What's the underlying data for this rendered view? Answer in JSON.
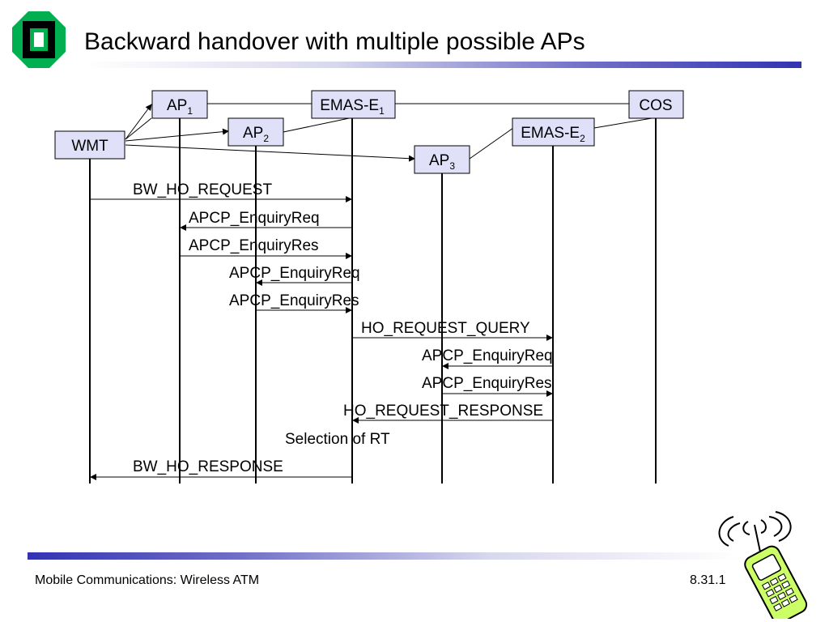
{
  "title": "Backward handover with multiple possible APs",
  "footer": {
    "left": "Mobile Communications: Wireless ATM",
    "right": "8.31.1"
  },
  "colors": {
    "node_fill": "#e0e0f8",
    "bar_blue": "#3333b3",
    "logo_green": "#00b050",
    "phone_green": "#ccff66"
  },
  "icons": [
    "university-logo",
    "mobile-phone-clipart"
  ],
  "nodes": [
    {
      "id": "ap1",
      "label": "AP",
      "sub": "1"
    },
    {
      "id": "emas1",
      "label": "EMAS-E",
      "sub": "1"
    },
    {
      "id": "cos",
      "label": "COS",
      "sub": ""
    },
    {
      "id": "ap2",
      "label": "AP",
      "sub": "2"
    },
    {
      "id": "emas2",
      "label": "EMAS-E",
      "sub": "2"
    },
    {
      "id": "wmt",
      "label": "WMT",
      "sub": ""
    },
    {
      "id": "ap3",
      "label": "AP",
      "sub": "3"
    }
  ],
  "messages": [
    {
      "id": "m1",
      "label": "BW_HO_REQUEST",
      "from": "wmt",
      "to": "emas1"
    },
    {
      "id": "m2",
      "label": "APCP_EnquiryReq",
      "from": "emas1",
      "to": "ap1"
    },
    {
      "id": "m3",
      "label": "APCP_EnquiryRes",
      "from": "ap1",
      "to": "emas1"
    },
    {
      "id": "m4",
      "label": "APCP_EnquiryReq",
      "from": "emas1",
      "to": "ap2"
    },
    {
      "id": "m5",
      "label": "APCP_EnquiryRes",
      "from": "ap2",
      "to": "emas1"
    },
    {
      "id": "m6",
      "label": "HO_REQUEST_QUERY",
      "from": "emas1",
      "to": "emas2"
    },
    {
      "id": "m7",
      "label": "APCP_EnquiryReq",
      "from": "emas2",
      "to": "ap3"
    },
    {
      "id": "m8",
      "label": "APCP_EnquiryRes",
      "from": "ap3",
      "to": "emas2"
    },
    {
      "id": "m9",
      "label": "HO_REQUEST_RESPONSE",
      "from": "emas2",
      "to": "emas1"
    },
    {
      "id": "m10",
      "label": "Selection of RT",
      "from": "",
      "to": ""
    },
    {
      "id": "m11",
      "label": "BW_HO_RESPONSE",
      "from": "emas1",
      "to": "wmt"
    }
  ]
}
